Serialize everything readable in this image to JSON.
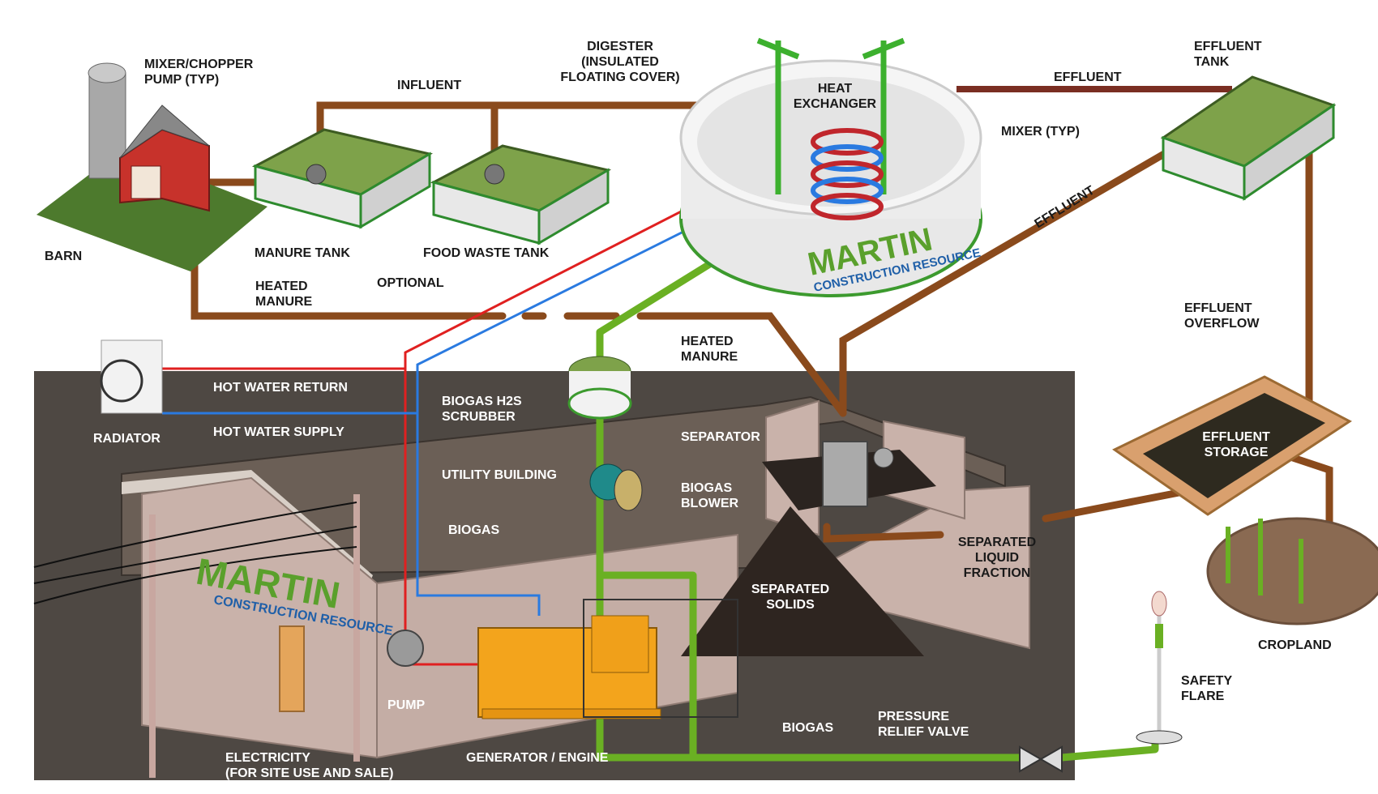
{
  "brand": {
    "name": "MARTIN",
    "tagline": "CONSTRUCTION RESOURCE",
    "green": "#5aa02c",
    "blue": "#1f5fa8"
  },
  "colors": {
    "manure_pipe": "#8a4a1c",
    "biogas_pipe": "#6ab023",
    "hot_water_return": "#e02020",
    "hot_water_supply": "#2a7ae0",
    "building_wall": "#c9b2aa",
    "roof": "#6b5f56",
    "ground": "#4e4843",
    "generator": "#f3a41c",
    "tank_top": "#7ea24a"
  },
  "labels": {
    "mixer_chopper": "MIXER/CHOPPER\nPUMP (TYP)",
    "influent": "INFLUENT",
    "digester": "DIGESTER\n(INSULATED\nFLOATING COVER)",
    "heat_exchanger": "HEAT\nEXCHANGER",
    "effluent_top": "EFFLUENT",
    "effluent_tank": "EFFLUENT\nTANK",
    "mixer": "MIXER (TYP)",
    "effluent_diag": "EFFLUENT",
    "barn": "BARN",
    "manure_tank": "MANURE TANK",
    "food_waste_tank": "FOOD WASTE TANK",
    "optional": "OPTIONAL",
    "heated_manure_1": "HEATED\nMANURE",
    "effluent_overflow": "EFFLUENT\nOVERFLOW",
    "heated_manure_2": "HEATED\nMANURE",
    "hot_water_return": "HOT WATER RETURN",
    "biogas_scrubber": "BIOGAS H2S\nSCRUBBER",
    "radiator": "RADIATOR",
    "hot_water_supply": "HOT WATER SUPPLY",
    "separator": "SEPARATOR",
    "effluent_storage": "EFFLUENT\nSTORAGE",
    "utility_building": "UTILITY BUILDING",
    "biogas_blower": "BIOGAS\nBLOWER",
    "biogas_1": "BIOGAS",
    "separated_liquid": "SEPARATED\nLIQUID\nFRACTION",
    "separated_solids": "SEPARATED\nSOLIDS",
    "cropland": "CROPLAND",
    "safety_flare": "SAFETY\nFLARE",
    "pump": "PUMP",
    "pressure_relief": "PRESSURE\nRELIEF VALVE",
    "biogas_2": "BIOGAS",
    "electricity": "ELECTRICITY\n(FOR SITE USE AND SALE)",
    "generator": "GENERATOR / ENGINE"
  }
}
